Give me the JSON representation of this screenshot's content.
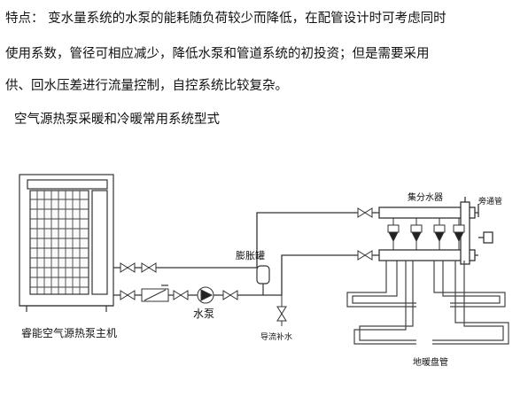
{
  "text": {
    "line1": "  特点：  变水量系统的水泵的能耗随负荷较少而降低，在配管设计时可考虑同时",
    "line2": "使用系数，管径可相应减少，降低水泵和管道系统的初投资；但是需要采用",
    "line3": "供、回水压差进行流量控制，自控系统比较复杂。",
    "heading": "空气源热泵采暖和冷暖常用系统型式"
  },
  "diagram": {
    "unit_label": "睿能空气源热泵主机",
    "pump_label": "水泵",
    "expansion_label": "膨胀罐",
    "manifold_label": "集分水器",
    "vent_label": "旁通管",
    "drain_label": "导流补水",
    "floor_label": "地暖盘管"
  }
}
